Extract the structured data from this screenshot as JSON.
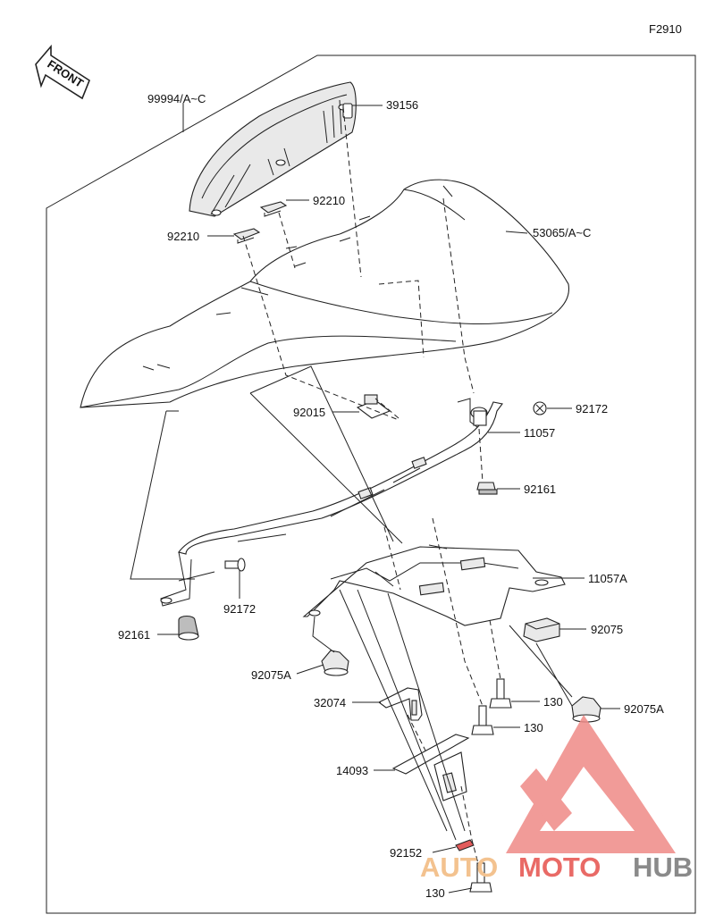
{
  "figure_code": "F2910",
  "front_label": "FRONT",
  "watermark": {
    "part1": "AUTO",
    "part2": "MOTO",
    "part3": "HUB",
    "color1": "#f3c28f",
    "color2": "#e96a66",
    "color3": "#8a8a8a",
    "logo_color": "#ef8a87"
  },
  "callouts": {
    "c99994": "99994/A~C",
    "c39156": "39156",
    "c92210a": "92210",
    "c92210b": "92210",
    "c53065": "53065/A~C",
    "c92015": "92015",
    "c92172a": "92172",
    "c11057": "11057",
    "c92161a": "92161",
    "c11057a": "11057A",
    "c92172b": "92172",
    "c92161b": "92161",
    "c92075": "92075",
    "c92075a1": "92075A",
    "c130a": "130",
    "c92075a2": "92075A",
    "c32074": "32074",
    "c130b": "130",
    "c14093": "14093",
    "c92152": "92152",
    "c130c": "130"
  }
}
